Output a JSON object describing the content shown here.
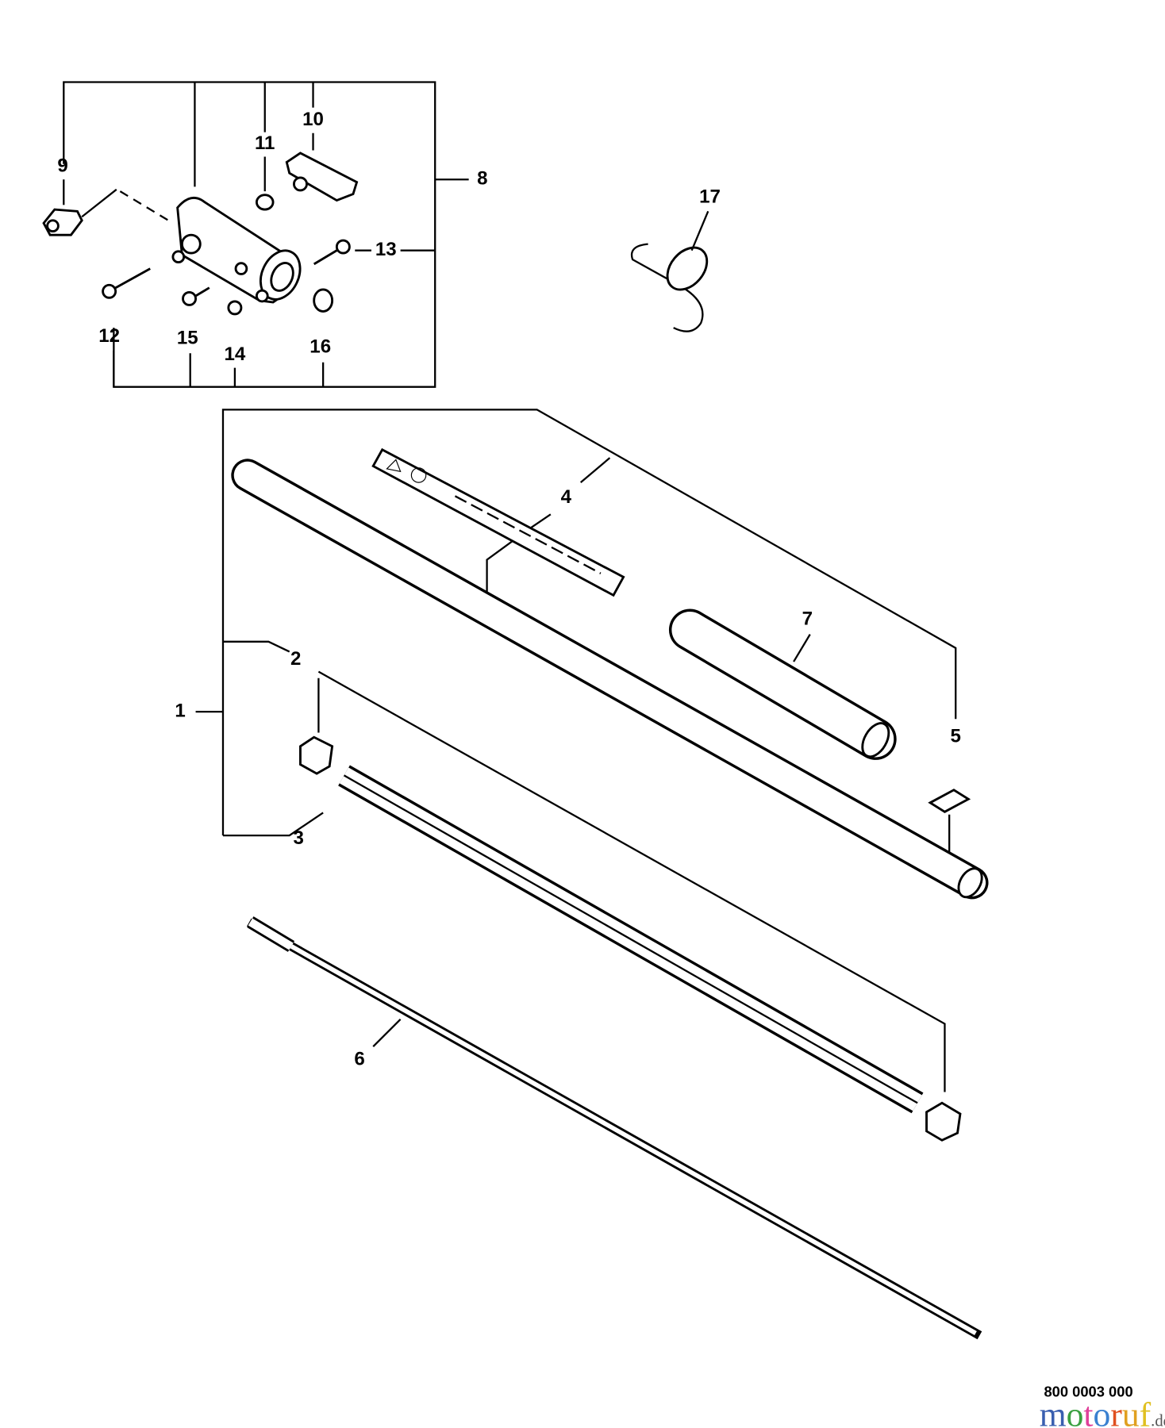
{
  "diagram": {
    "callouts": {
      "p1": "1",
      "p2": "2",
      "p3": "3",
      "p4": "4",
      "p5": "5",
      "p6": "6",
      "p7": "7",
      "p8": "8",
      "p9": "9",
      "p10": "10",
      "p11": "11",
      "p12": "12",
      "p13": "13",
      "p14": "14",
      "p15": "15",
      "p16": "16",
      "p17": "17"
    },
    "drawing_number": "800 0003 000",
    "watermark": {
      "brand": "motoruf",
      "tld": ".de",
      "colors": [
        "#3a5fb0",
        "#3aa040",
        "#e0409a",
        "#3a80d0",
        "#e05020",
        "#e0a020",
        "#e0c020"
      ]
    }
  }
}
